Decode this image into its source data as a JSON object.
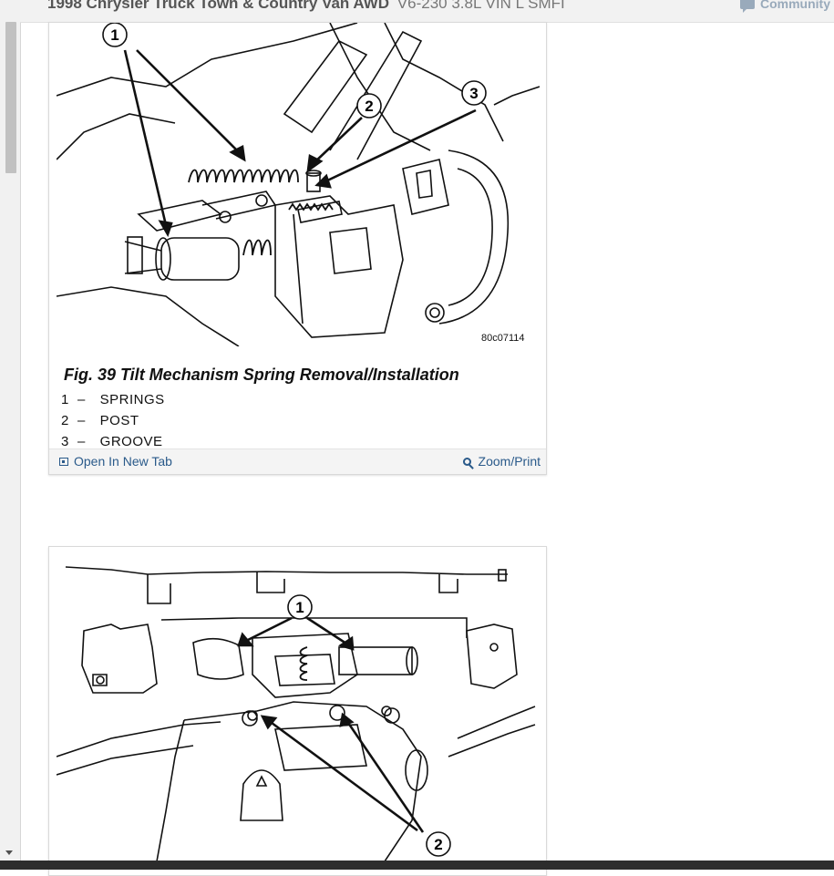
{
  "header": {
    "title_bold": "1998 Chrysler Truck Town & Country Van AWD",
    "title_sub": "V6-230 3.8L VIN L SMFI",
    "community_label": "Community"
  },
  "figure1": {
    "caption": "Fig. 39 Tilt Mechanism Spring Removal/Installation",
    "figure_id": "80c07114",
    "callouts": [
      "1",
      "2",
      "3"
    ],
    "legend": [
      {
        "num": "1",
        "dash": "–",
        "desc": "SPRINGS"
      },
      {
        "num": "2",
        "dash": "–",
        "desc": "POST"
      },
      {
        "num": "3",
        "dash": "–",
        "desc": "GROOVE"
      }
    ],
    "open_label": "Open In New Tab",
    "zoom_label": "Zoom/Print"
  },
  "figure2": {
    "callouts": [
      "1",
      "2"
    ]
  }
}
